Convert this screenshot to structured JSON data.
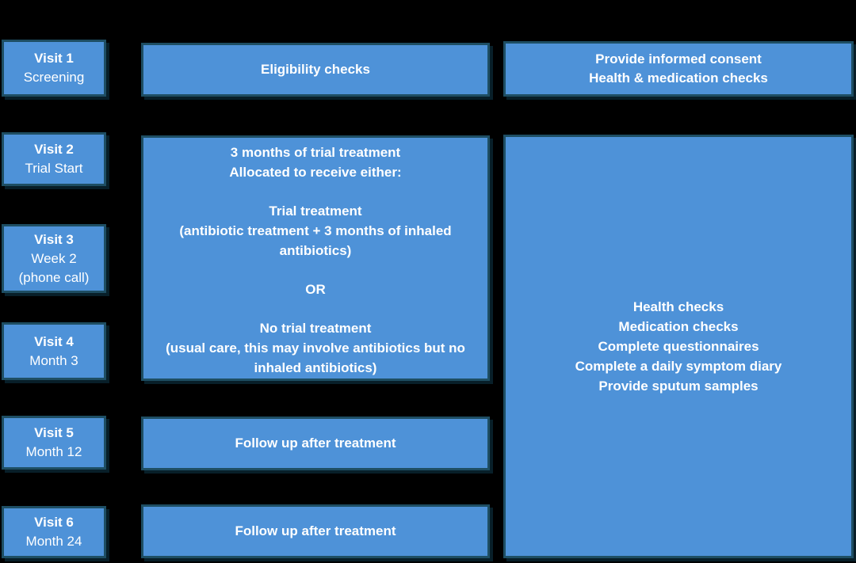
{
  "colors": {
    "background": "#000000",
    "box_fill": "#4E92D8",
    "box_border": "#1E4E63",
    "text": "#FFFFFF"
  },
  "visits": [
    {
      "title": "Visit 1",
      "subtitle": "Screening"
    },
    {
      "title": "Visit 2",
      "subtitle": "Trial Start"
    },
    {
      "title": "Visit 3",
      "subtitle": "Week 2",
      "subtitle2": "(phone call)"
    },
    {
      "title": "Visit 4",
      "subtitle": "Month 3"
    },
    {
      "title": "Visit 5",
      "subtitle": "Month 12"
    },
    {
      "title": "Visit 6",
      "subtitle": "Month 24"
    }
  ],
  "middle": {
    "eligibility": "Eligibility checks",
    "treatment": {
      "line1": "3 months of trial treatment",
      "line2": "Allocated to receive either:",
      "line3": "Trial treatment",
      "line4": "(antibiotic treatment + 3 months of inhaled antibiotics)",
      "or": "OR",
      "line5": "No trial treatment",
      "line6": "(usual care, this may involve antibiotics but no inhaled antibiotics)"
    },
    "followup1": "Follow up after treatment",
    "followup2": "Follow up after treatment"
  },
  "right": {
    "consent_line1": "Provide informed consent",
    "consent_line2": "Health & medication checks",
    "activities": [
      "Health checks",
      "Medication checks",
      "Complete questionnaires",
      "Complete a daily symptom diary",
      "Provide sputum samples"
    ]
  }
}
